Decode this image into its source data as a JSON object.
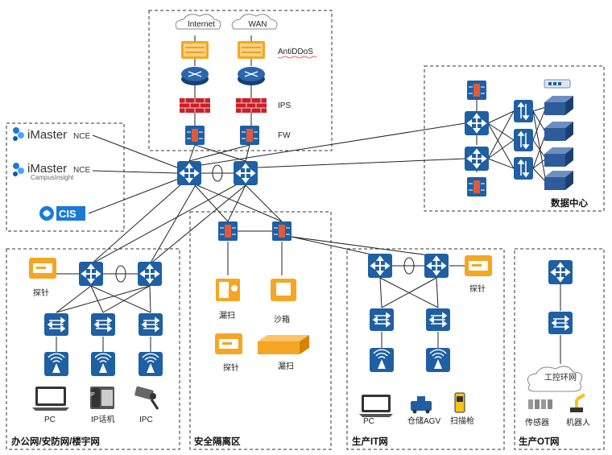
{
  "external": {
    "internet": "Internet",
    "wan": "WAN"
  },
  "perimeter": {
    "antiddos": "AntiDDoS",
    "ips": "IPS",
    "fw": "FW"
  },
  "management": {
    "imaster_nce_brand": "iMaster",
    "imaster_nce_suffix": "NCE",
    "campus_brand": "iMaster",
    "campus_suffix": "NCE",
    "campus_sub": "CampusInsight",
    "cis": "CIS"
  },
  "datacenter": {
    "label": "数据中心"
  },
  "office": {
    "label": "办公网/安防网/楼宇网",
    "probe": "探针",
    "pc": "PC",
    "ipphone": "IP话机",
    "ipc": "IPC",
    "ip_badge": "IP"
  },
  "security_zone": {
    "label": "安全隔离区",
    "scan1": "漏扫",
    "sandbox": "沙箱",
    "probe": "探针",
    "scan2": "漏扫"
  },
  "prod_it": {
    "label": "生产IT网",
    "probe": "探针",
    "pc": "PC",
    "agv": "仓储AGV",
    "scanner": "扫描枪"
  },
  "prod_ot": {
    "label": "生产OT网",
    "ring": "工控环网",
    "sensor": "传感器",
    "robot": "机器人"
  }
}
